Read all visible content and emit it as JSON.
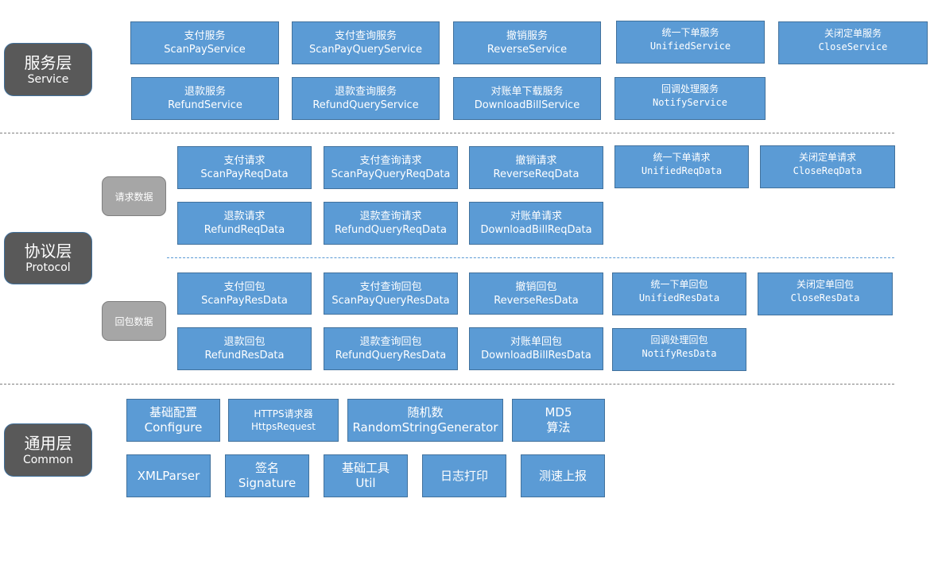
{
  "layers": {
    "service": {
      "cn": "服务层",
      "en": "Service"
    },
    "protocol": {
      "cn": "协议层",
      "en": "Protocol"
    },
    "common": {
      "cn": "通用层",
      "en": "Common"
    }
  },
  "sub_groups": {
    "request": "请求数据",
    "response": "回包数据"
  },
  "service_boxes": [
    {
      "cn": "支付服务",
      "en": "ScanPayService"
    },
    {
      "cn": "支付查询服务",
      "en": "ScanPayQueryService"
    },
    {
      "cn": "撤销服务",
      "en": "ReverseService"
    },
    {
      "cn": "统一下单服务",
      "en": "UnifiedService"
    },
    {
      "cn": "关闭定单服务",
      "en": "CloseService"
    },
    {
      "cn": "退款服务",
      "en": "RefundService"
    },
    {
      "cn": "退款查询服务",
      "en": "RefundQueryService"
    },
    {
      "cn": "对账单下载服务",
      "en": "DownloadBillService"
    },
    {
      "cn": "回调处理服务",
      "en": "NotifyService"
    }
  ],
  "request_boxes": [
    {
      "cn": "支付请求",
      "en": "ScanPayReqData"
    },
    {
      "cn": "支付查询请求",
      "en": "ScanPayQueryReqData"
    },
    {
      "cn": "撤销请求",
      "en": "ReverseReqData"
    },
    {
      "cn": "统一下单请求",
      "en": "UnifiedReqData"
    },
    {
      "cn": "关闭定单请求",
      "en": "CloseReqData"
    },
    {
      "cn": "退款请求",
      "en": "RefundReqData"
    },
    {
      "cn": "退款查询请求",
      "en": "RefundQueryReqData"
    },
    {
      "cn": "对账单请求",
      "en": "DownloadBillReqData"
    }
  ],
  "response_boxes": [
    {
      "cn": "支付回包",
      "en": "ScanPayResData"
    },
    {
      "cn": "支付查询回包",
      "en": "ScanPayQueryResData"
    },
    {
      "cn": "撤销回包",
      "en": "ReverseResData"
    },
    {
      "cn": "统一下单回包",
      "en": "UnifiedResData"
    },
    {
      "cn": "关闭定单回包",
      "en": "CloseResData"
    },
    {
      "cn": "退款回包",
      "en": "RefundResData"
    },
    {
      "cn": "退款查询回包",
      "en": "RefundQueryResData"
    },
    {
      "cn": "对账单回包",
      "en": "DownloadBillResData"
    },
    {
      "cn": "回调处理回包",
      "en": "NotifyResData"
    }
  ],
  "common_boxes": [
    {
      "cn": "基础配置",
      "en": "Configure"
    },
    {
      "cn": "HTTPS请求器",
      "en": "HttpsRequest"
    },
    {
      "cn": "随机数",
      "en": "RandomStringGenerator"
    },
    {
      "cn": "MD5",
      "en": "算法"
    },
    {
      "cn": "XMLParser"
    },
    {
      "cn": "签名",
      "en": "Signature"
    },
    {
      "cn": "基础工具",
      "en": "Util"
    },
    {
      "cn": "日志打印"
    },
    {
      "cn": "测速上报"
    }
  ]
}
